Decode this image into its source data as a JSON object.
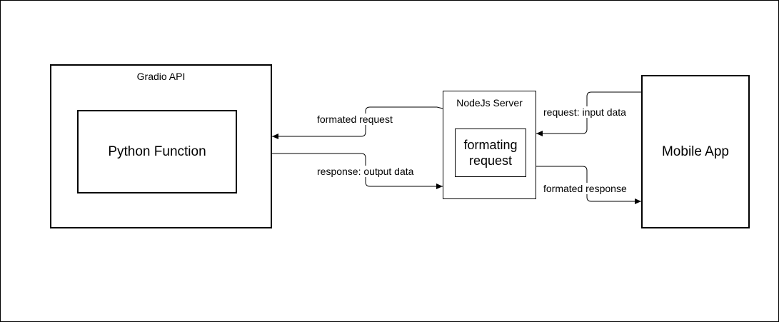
{
  "nodes": {
    "gradio_api": {
      "title": "Gradio API"
    },
    "python_function": {
      "label": "Python Function"
    },
    "nodejs_server": {
      "title": "NodeJs Server"
    },
    "formating_request": {
      "line1": "formating",
      "line2": "request"
    },
    "mobile_app": {
      "label": "Mobile App"
    }
  },
  "edges": {
    "formated_request": "formated request",
    "response_output": "response: output data",
    "request_input": "request: input data",
    "formated_response": "formated response"
  },
  "colors": {
    "stroke": "#000000",
    "background": "#ffffff"
  }
}
